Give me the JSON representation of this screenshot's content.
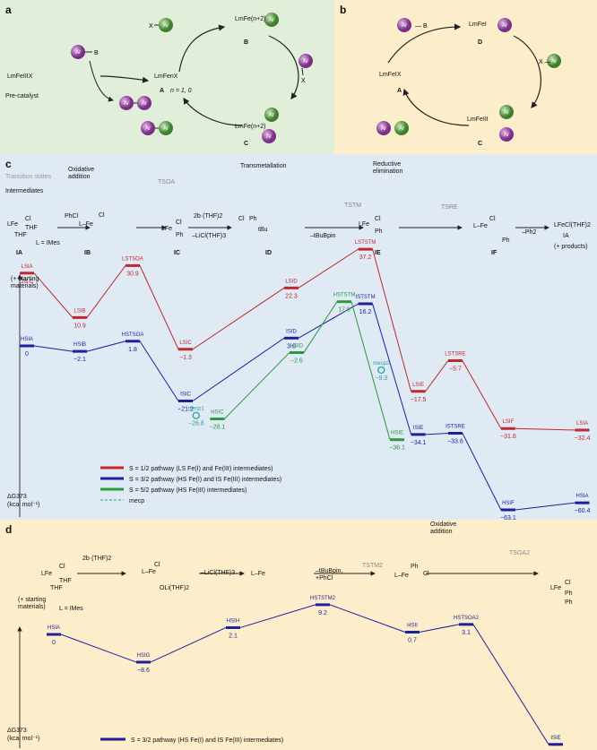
{
  "panel_labels": {
    "a": "a",
    "b": "b",
    "c": "c",
    "d": "d"
  },
  "panel_a": {
    "precatalyst": "LmFeIIIX",
    "precatalyst_label": "Pre-catalyst",
    "ar": "Ar",
    "b": "B",
    "x": "X",
    "species_A": "LmFenX",
    "species_A_label": "A",
    "n_note": "n = 1, 0",
    "species_B": "LmFe(n+2)",
    "species_B_label": "B",
    "species_C": "LmFe(n+2)",
    "species_C_label": "C"
  },
  "panel_b": {
    "species_A": "LmFeIX",
    "species_A_label": "A",
    "species_D": "LmFeI",
    "species_D_label": "D",
    "species_C": "LmFeIII",
    "species_C_label": "C"
  },
  "panel_c": {
    "transition_states": "Transition states",
    "intermediates": "Intermediates",
    "oxidative_addition": "Oxidative\naddition",
    "transmetallation": "Transmetallation",
    "reductive_elimination": "Reductive\nelimination",
    "ts_oa": "TSOA",
    "ts_tm": "TSTM",
    "ts_re": "TSRE",
    "phcl": "PhCl",
    "l_imes": "L = IMes",
    "reagent_2b": "2b·(THF)2",
    "licl": "–LiCl(THF)3",
    "tbubpin": "–tBuBpin",
    "ph2": "–Ph2",
    "product": "LFeCl(THF)2",
    "product_label": "IA",
    "products_note": "(+ products)",
    "labels_I": [
      "IA",
      "IB",
      "IC",
      "ID",
      "IE",
      "IF"
    ],
    "y_label_1": "(+ starting",
    "y_label_2": "materials)",
    "axis_label": "ΔG373",
    "axis_unit": "(kcal mol⁻¹)",
    "legend": [
      {
        "color": "#c1272d",
        "text": "S = 1/2 pathway (LS Fe(I) and Fe(III) intermediates)"
      },
      {
        "color": "#1d1f9b",
        "text": "S = 3/2 pathway (HS Fe(I) and IS Fe(III) intermediates)"
      },
      {
        "color": "#2b9a3b",
        "text": "S = 5/2 pathway (HS Fe(III) intermediates)"
      },
      {
        "color": "#2aa198",
        "text": "mecp"
      }
    ]
  },
  "panel_d": {
    "oxidative_addition": "Oxidative\naddition",
    "ts_tm2": "TSTM2",
    "ts_oa2": "TSOA2",
    "reagent_2b": "2b·(THF)2",
    "licl": "–LiCl(THF)3",
    "tbubpin": "–tBuBpin,\n+PhCl",
    "l_imes": "L = IMes",
    "starting": "(+ starting\nmaterials)",
    "axis_label": "ΔG373",
    "axis_unit": "(kcal mol⁻¹)",
    "legend": "S = 3/2 pathway (HS Fe(I) and IS Fe(III) intermediates)"
  },
  "chart_data": [
    {
      "type": "line",
      "title": "",
      "ylabel": "ΔG373 (kcal mol⁻¹)",
      "series": [
        {
          "name": "S = 1/2 pathway",
          "color": "#c1272d",
          "points": [
            {
              "label": "LSIA",
              "value": 28.0,
              "pos": 0
            },
            {
              "label": "LSIB",
              "value": 10.9,
              "pos": 1
            },
            {
              "label": "LSTSOA",
              "value": 30.9,
              "pos": 2
            },
            {
              "label": "LSIC",
              "value": -1.3,
              "pos": 3
            },
            {
              "label": "LSID",
              "value": 22.3,
              "pos": 5
            },
            {
              "label": "LSTSTM",
              "value": 37.2,
              "pos": 6.4
            },
            {
              "label": "LSIE",
              "value": -17.5,
              "pos": 7.4
            },
            {
              "label": "LSTSRE",
              "value": -5.7,
              "pos": 8.1
            },
            {
              "label": "LSIF",
              "value": -31.8,
              "pos": 9.1
            },
            {
              "label": "LSIA",
              "value": -32.4,
              "pos": 10.5
            }
          ]
        },
        {
          "name": "S = 3/2 pathway",
          "color": "#1d1f9b",
          "points": [
            {
              "label": "HSIA",
              "value": 0,
              "pos": 0
            },
            {
              "label": "HSIB",
              "value": -2.1,
              "pos": 1
            },
            {
              "label": "HSTSOA",
              "value": 1.8,
              "pos": 2
            },
            {
              "label": "ISIC",
              "value": -21.2,
              "pos": 3
            },
            {
              "label": "ISID",
              "value": 3.0,
              "pos": 5
            },
            {
              "label": "ISTSTM",
              "value": 16.2,
              "pos": 6.4
            },
            {
              "label": "ISIE",
              "value": -34.1,
              "pos": 7.4
            },
            {
              "label": "ISTSRE",
              "value": -33.6,
              "pos": 8.1
            },
            {
              "label": "HSIF",
              "value": -63.1,
              "pos": 9.1
            },
            {
              "label": "HSIA",
              "value": -60.4,
              "pos": 10.5
            }
          ]
        },
        {
          "name": "S = 5/2 pathway",
          "color": "#2b9a3b",
          "points": [
            {
              "label": "HSIC",
              "value": -28.1,
              "pos": 3.6
            },
            {
              "label": "HSID",
              "value": -2.6,
              "pos": 5.1
            },
            {
              "label": "HSTSTM",
              "value": 17.0,
              "pos": 6.0
            },
            {
              "label": "HSIE",
              "value": -36.1,
              "pos": 7.0
            }
          ]
        },
        {
          "name": "mecp",
          "color": "#2aa198",
          "points": [
            {
              "label": "mecp1",
              "value": -26.8,
              "pos": 3.2
            },
            {
              "label": "mecp2",
              "value": -9.3,
              "pos": 6.7
            }
          ]
        }
      ]
    },
    {
      "type": "line",
      "title": "",
      "ylabel": "ΔG373 (kcal mol⁻¹)",
      "series": [
        {
          "name": "S = 3/2 pathway",
          "color": "#1d1f9b",
          "points": [
            {
              "label": "HSIA",
              "value": 0,
              "pos": 0
            },
            {
              "label": "HSIG",
              "value": -8.6,
              "pos": 1
            },
            {
              "label": "HSIH",
              "value": 2.1,
              "pos": 2
            },
            {
              "label": "HSTSTM2",
              "value": 9.2,
              "pos": 3
            },
            {
              "label": "HSII",
              "value": 0.7,
              "pos": 4
            },
            {
              "label": "HSTSOA2",
              "value": 3.1,
              "pos": 4.6
            },
            {
              "label": "ISIE",
              "value": -34.1,
              "pos": 5.6
            }
          ]
        }
      ]
    }
  ]
}
